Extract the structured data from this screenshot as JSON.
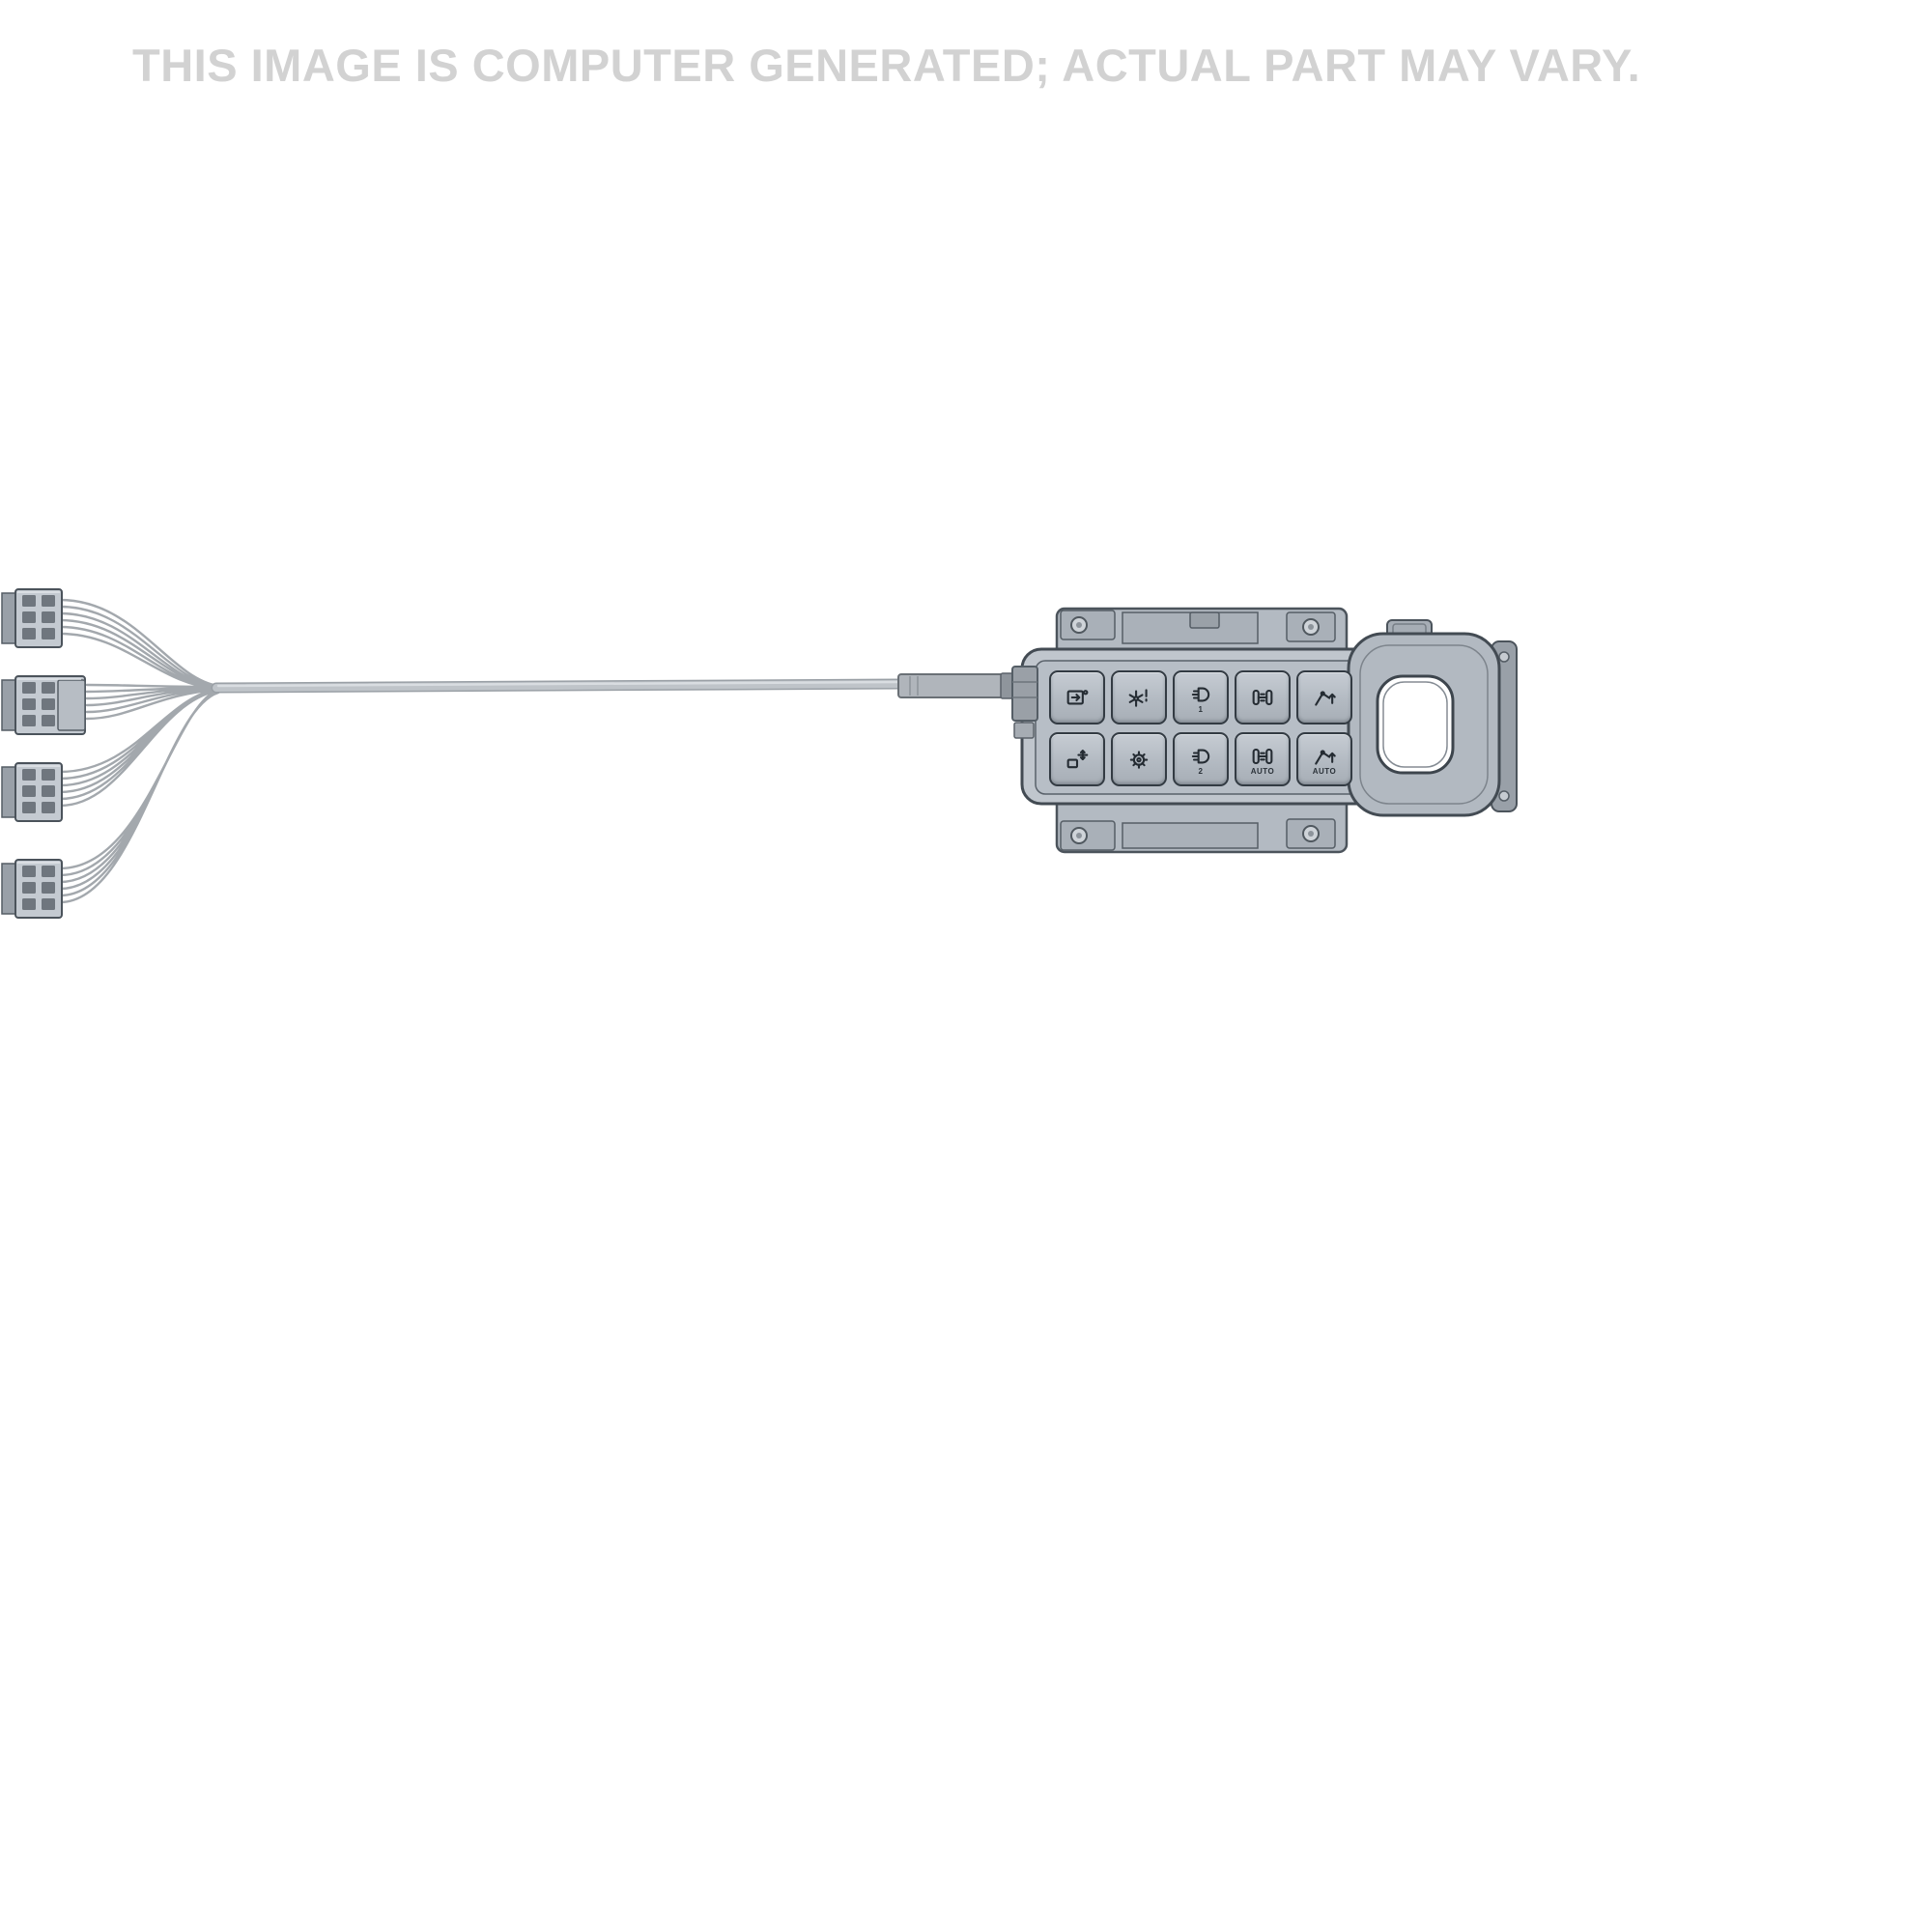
{
  "watermark": "THIS IMAGE IS COMPUTER GENERATED; ACTUAL PART MAY VARY.",
  "part": {
    "type": "keypad-switch-panel-with-wiring-harness",
    "connectors": [
      {
        "name": "connector-1"
      },
      {
        "name": "connector-2"
      },
      {
        "name": "connector-3"
      },
      {
        "name": "connector-4"
      }
    ],
    "keypad": {
      "rows": 2,
      "cols": 5,
      "buttons": [
        {
          "name": "remote-valve-button",
          "icon": "remote-valve-icon",
          "label": ""
        },
        {
          "name": "pto-speed-button",
          "icon": "pto-speed-icon",
          "label": ""
        },
        {
          "name": "work-light-1-button",
          "icon": "work-light-icon",
          "label": "1"
        },
        {
          "name": "diff-lock-button",
          "icon": "diff-lock-icon",
          "label": ""
        },
        {
          "name": "hitch-raise-button",
          "icon": "hitch-icon",
          "label": ""
        },
        {
          "name": "implement-shift-button",
          "icon": "implement-shift-icon",
          "label": ""
        },
        {
          "name": "pto-auto-button",
          "icon": "pto-gear-icon",
          "label": ""
        },
        {
          "name": "work-light-2-button",
          "icon": "work-light-icon",
          "label": "2"
        },
        {
          "name": "diff-lock-auto-button",
          "icon": "diff-lock-icon",
          "label": "AUTO"
        },
        {
          "name": "hitch-auto-button",
          "icon": "hitch-icon",
          "label": "AUTO"
        }
      ]
    }
  },
  "colors": {
    "background": "#ffffff",
    "watermark": "#d2d2d2",
    "part_light": "#c4cad1",
    "part_mid": "#b2b9c1",
    "part_dark": "#99a0a8",
    "outline": "#434b53",
    "icon": "#252c33"
  }
}
